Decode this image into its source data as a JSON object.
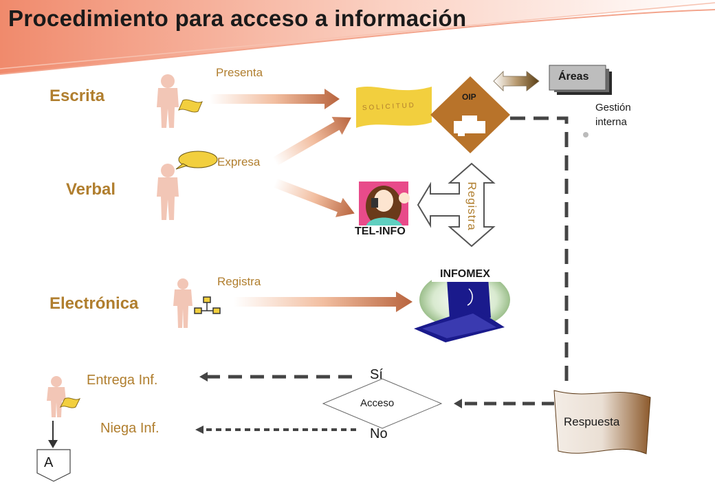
{
  "title": "Procedimiento para acceso a información",
  "categories": {
    "written": "Escrita",
    "verbal": "Verbal",
    "electronic": "Electrónica"
  },
  "actions": {
    "presents": "Presenta",
    "expresses": "Expresa",
    "registers": "Registra"
  },
  "nodes": {
    "request": "S O L I C I T U D",
    "oip": "OIP",
    "areas": "Áreas",
    "internal_management": "Gestión interna",
    "telinfo": "TEL-INFO",
    "telinfo_registers": "Registra",
    "infomex": "INFOMEX",
    "response": "Respuesta",
    "access": "Acceso",
    "yes": "Sí",
    "no": "No",
    "delivers": "Entrega Inf.",
    "denies": "Niega Inf.",
    "connector": "A"
  },
  "colors": {
    "accent_gold": "#b07e2e",
    "brown_diamond": "#b8732a",
    "request_yellow": "#f2cf3e",
    "telinfo_pink": "#e84b8a",
    "monitor_blue": "#1a1a8c",
    "figure_pink": "#f2c6b6"
  }
}
